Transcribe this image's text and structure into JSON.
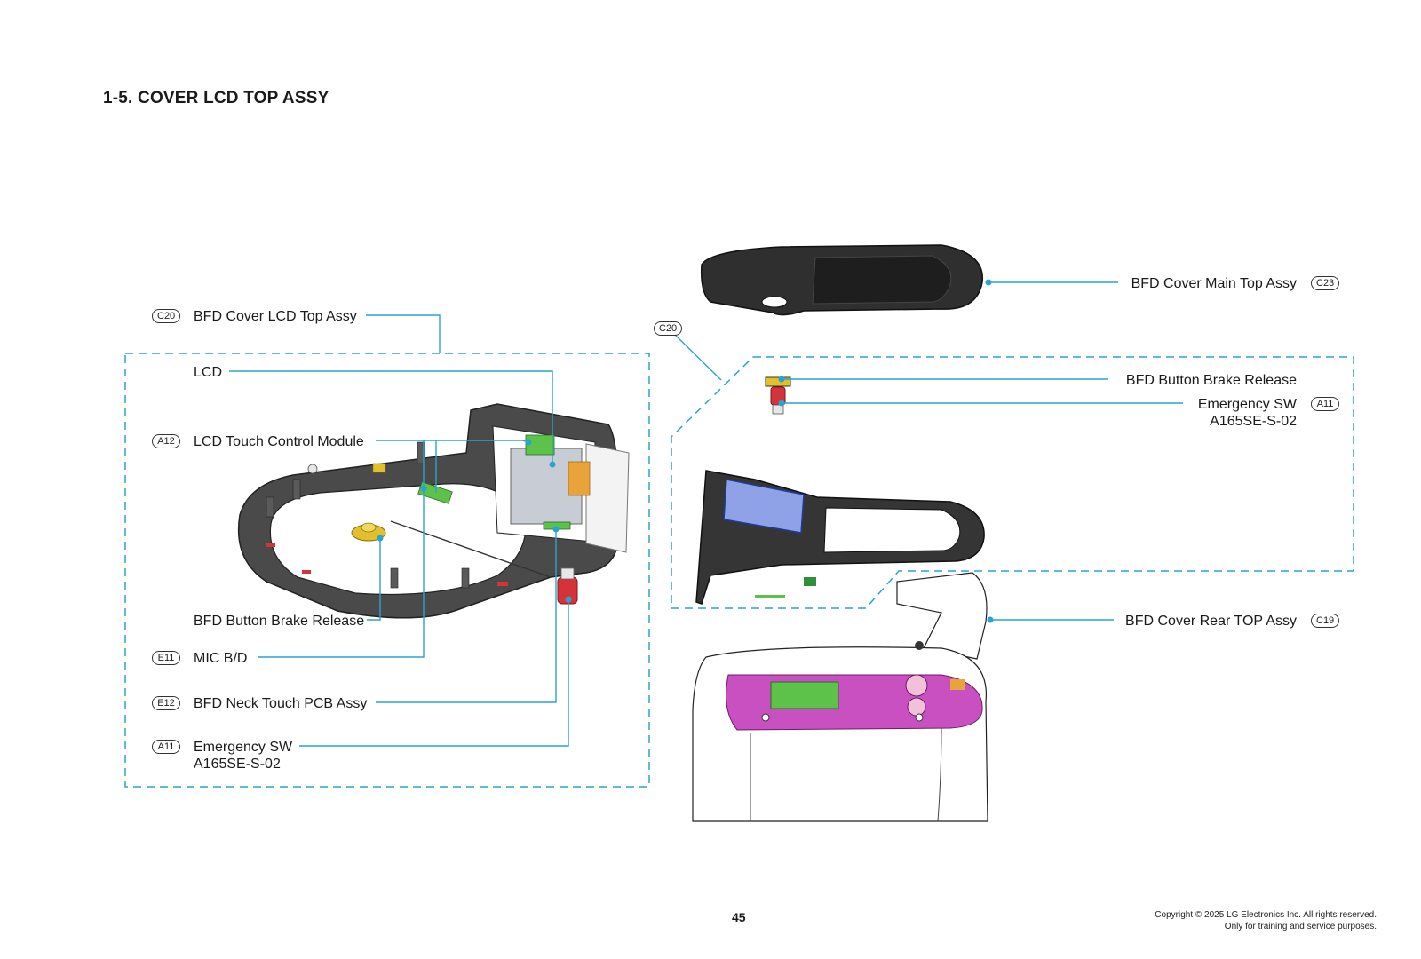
{
  "page": {
    "title": "1-5. COVER LCD TOP ASSY",
    "page_number": "45",
    "copyright_line1": "Copyright © 2025 LG Electronics Inc. All rights reserved.",
    "copyright_line2": "Only for training and service purposes."
  },
  "left_group": {
    "badge": "C20",
    "name": "BFD Cover LCD Top Assy",
    "parts": [
      {
        "badge": "",
        "name": "LCD"
      },
      {
        "badge": "A12",
        "name": "LCD Touch Control Module"
      },
      {
        "badge": "",
        "name": "BFD Button Brake Release"
      },
      {
        "badge": "E11",
        "name": "MIC B/D"
      },
      {
        "badge": "E12",
        "name": "BFD Neck Touch PCB Assy"
      },
      {
        "badge": "A11",
        "name": "Emergency SW",
        "sub": "A165SE-S-02"
      }
    ]
  },
  "right_group": {
    "group_badge": "C20",
    "parts": [
      {
        "badge": "C23",
        "name": "BFD Cover Main Top Assy"
      },
      {
        "badge": "",
        "name": "BFD Button Brake Release"
      },
      {
        "badge": "A11",
        "name": "Emergency SW",
        "sub": "A165SE-S-02"
      },
      {
        "badge": "C19",
        "name": "BFD Cover Rear TOP Assy"
      }
    ]
  },
  "colors": {
    "leader": "#2aa3d1",
    "housing": "#3a3a3a",
    "pcb_magenta": "#c950c0",
    "pcb_green": "#5cc24a",
    "knob_yellow": "#e3c02a",
    "switch_red": "#d5333a",
    "lcd_blue": "#8fa2e8"
  }
}
